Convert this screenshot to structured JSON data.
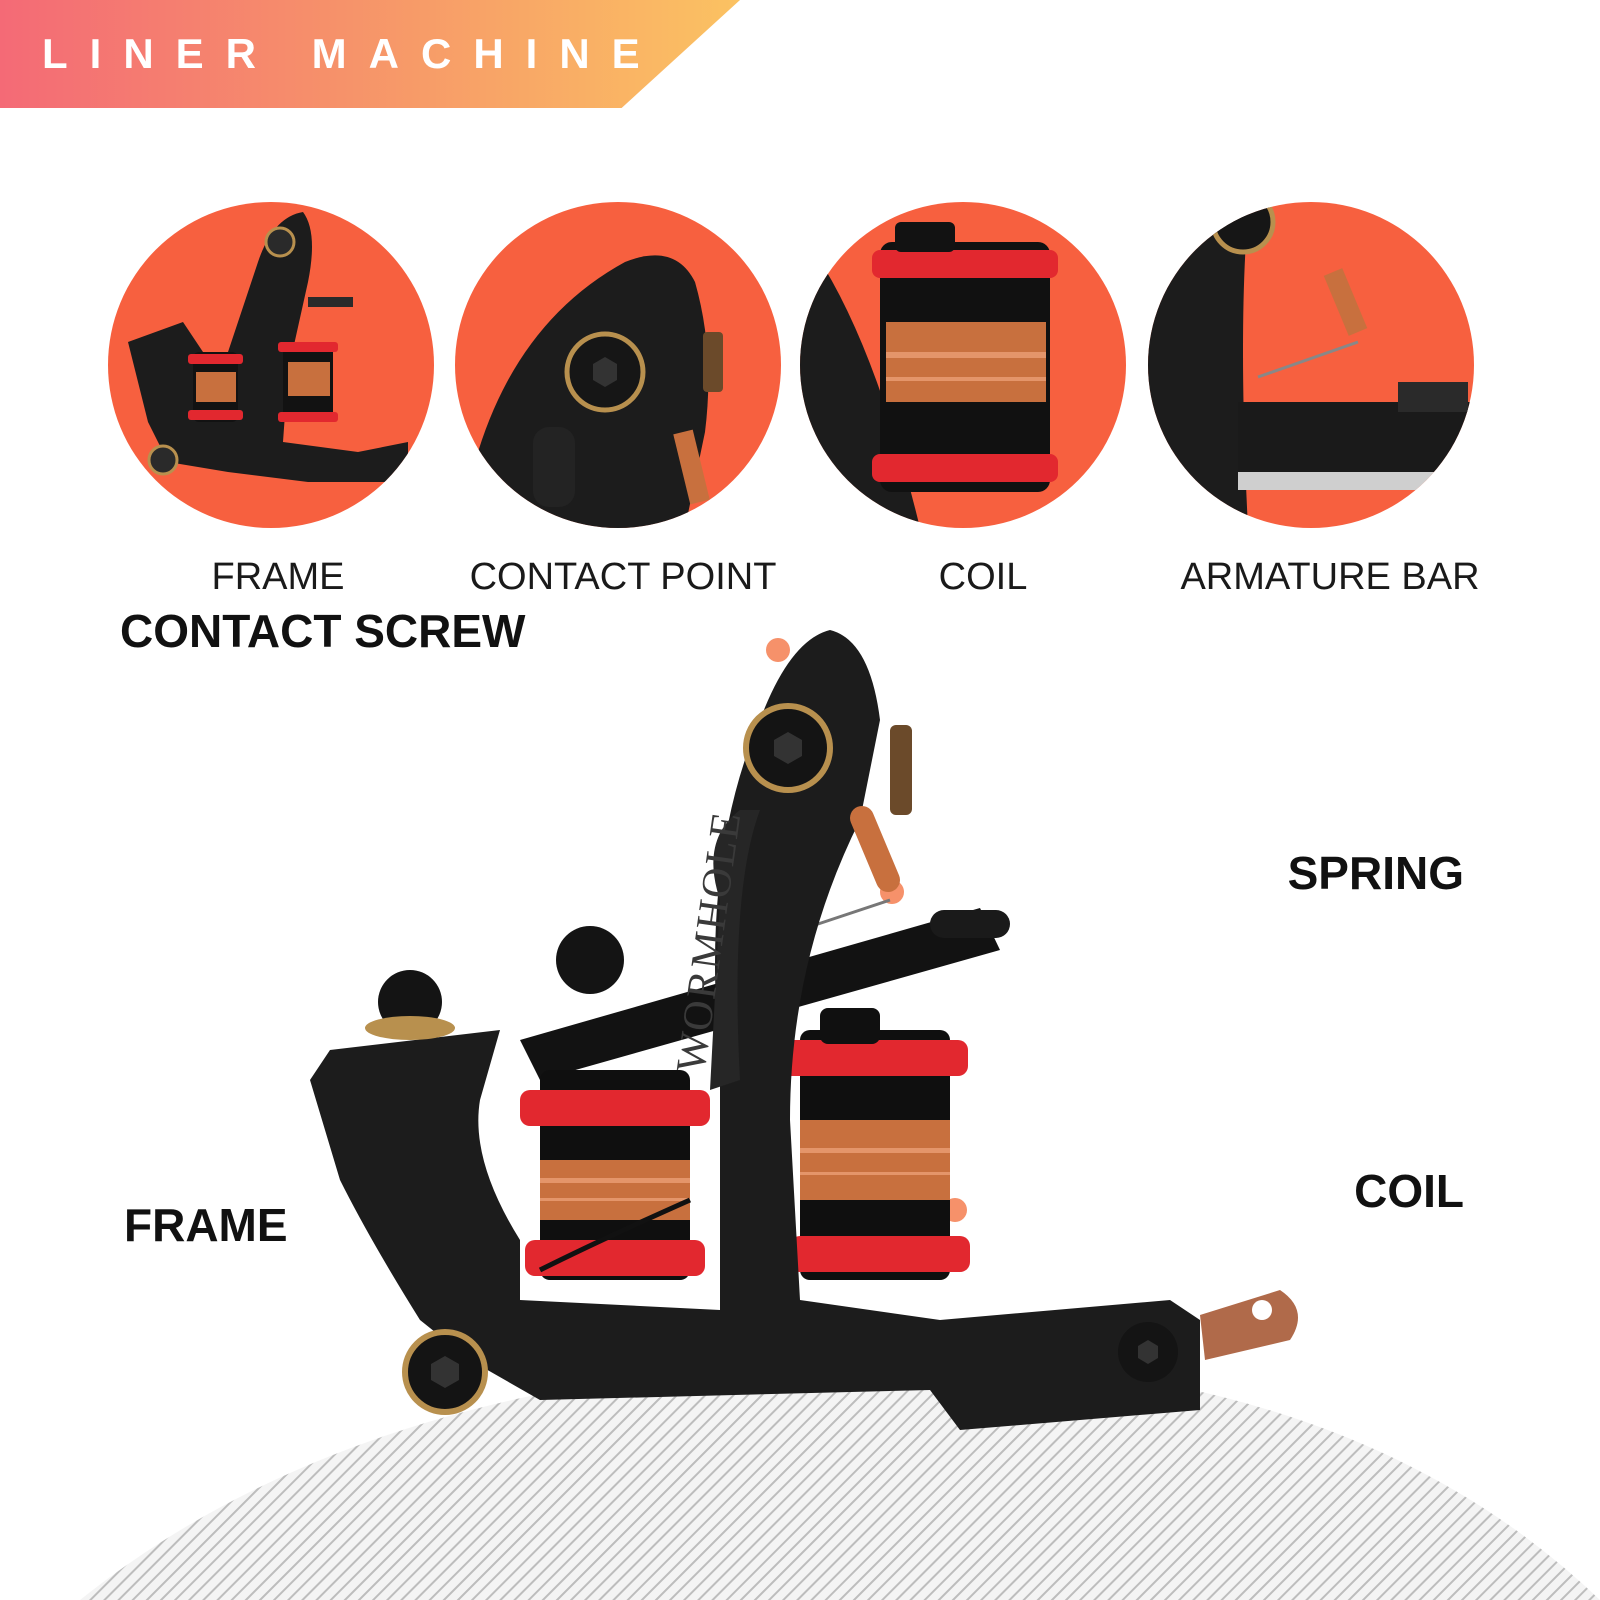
{
  "banner": {
    "title": "LINER MACHINE"
  },
  "details": [
    {
      "label": "FRAME"
    },
    {
      "label": "CONTACT POINT"
    },
    {
      "label": "COIL"
    },
    {
      "label": "ARMATURE BAR"
    }
  ],
  "callouts": {
    "contact_screw": "CONTACT SCREW",
    "spring": "SPRING",
    "coil": "COIL",
    "frame": "FRAME"
  },
  "product": {
    "brand_engraving": "WORMHOLE"
  },
  "colors": {
    "accent_red": "#f46a76",
    "accent_orange": "#f6916a",
    "accent_yellow": "#fbc262",
    "circle_bg": "#f7603f",
    "frame_black": "#1c1c1c",
    "copper": "#c8703e",
    "coil_red": "#e2282f"
  }
}
